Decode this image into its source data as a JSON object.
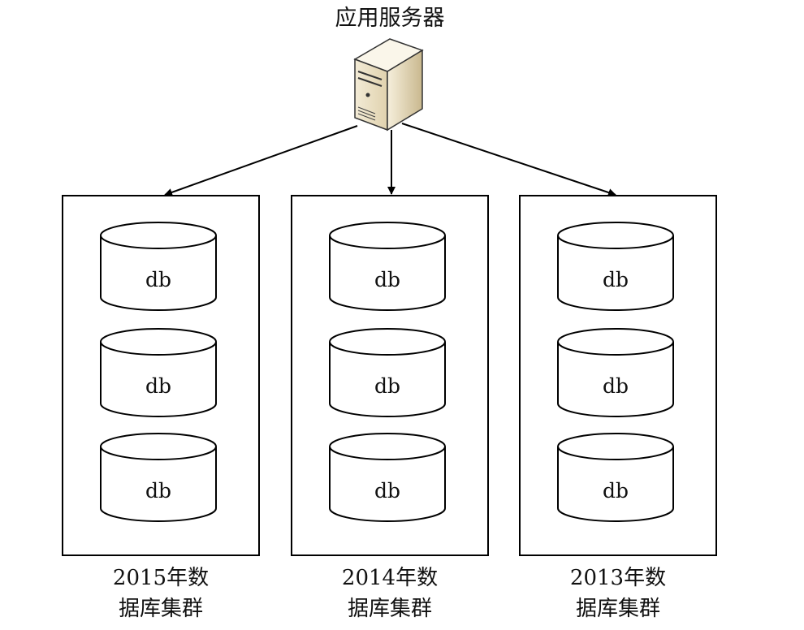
{
  "server": {
    "label": "应用服务器",
    "icon": "server-icon"
  },
  "clusters": [
    {
      "label_line1": "2015年数",
      "label_line2": "据库集群",
      "databases": [
        "db",
        "db",
        "db"
      ]
    },
    {
      "label_line1": "2014年数",
      "label_line2": "据库集群",
      "databases": [
        "db",
        "db",
        "db"
      ]
    },
    {
      "label_line1": "2013年数",
      "label_line2": "据库集群",
      "databases": [
        "db",
        "db",
        "db"
      ]
    }
  ]
}
